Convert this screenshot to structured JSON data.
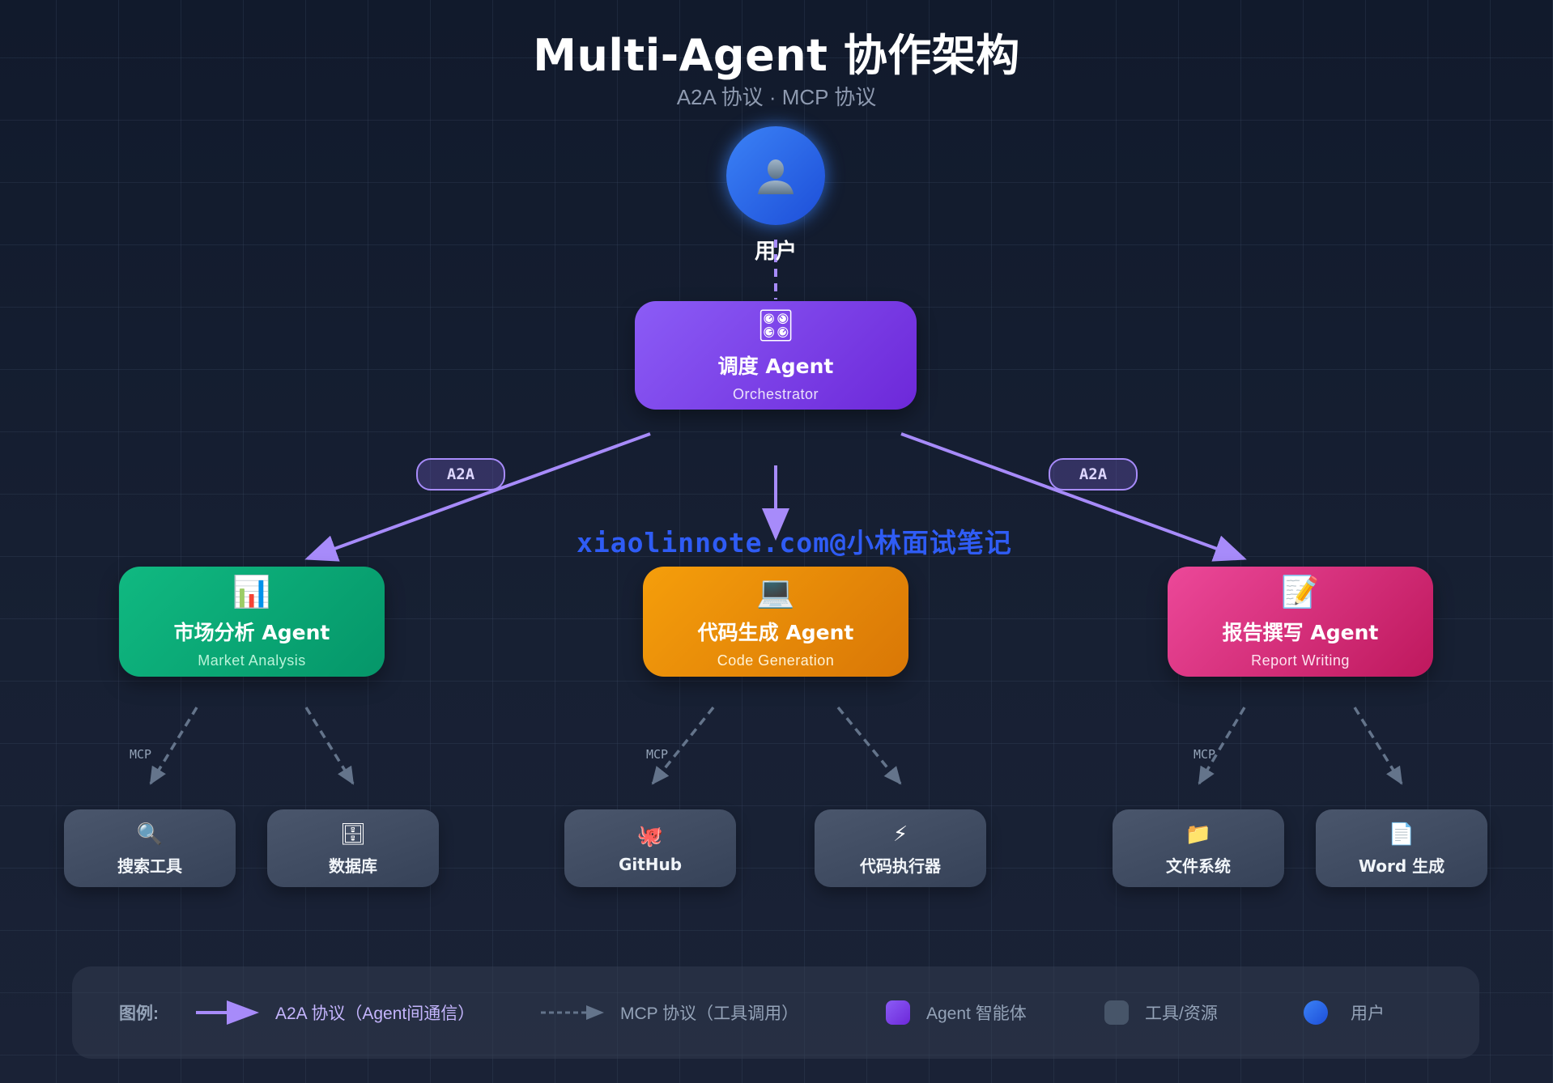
{
  "header": {
    "title": "Multi-Agent 协作架构",
    "subtitle": "A2A 协议 · MCP 协议"
  },
  "user": {
    "label": "用户",
    "icon": "person-silhouette-icon",
    "icon_glyph": "👤",
    "color": "#3b82f6"
  },
  "orchestrator": {
    "icon": "control-knobs-icon",
    "icon_glyph": "🎛",
    "name": "调度 Agent",
    "subtitle": "Orchestrator",
    "color": "#8b5cf6"
  },
  "connections": {
    "a2a_label": "A2A",
    "mcp_label": "MCP"
  },
  "agents": [
    {
      "key": "market",
      "icon": "bar-chart-icon",
      "icon_glyph": "📊",
      "name": "市场分析 Agent",
      "subtitle": "Market Analysis",
      "color": "#10b981"
    },
    {
      "key": "code",
      "icon": "laptop-icon",
      "icon_glyph": "💻",
      "name": "代码生成 Agent",
      "subtitle": "Code Generation",
      "color": "#f59e0b"
    },
    {
      "key": "report",
      "icon": "memo-icon",
      "icon_glyph": "📝",
      "name": "报告撰写 Agent",
      "subtitle": "Report Writing",
      "color": "#ec4899"
    }
  ],
  "tools": [
    {
      "icon": "magnifier-icon",
      "icon_glyph": "🔍",
      "name": "搜索工具",
      "agent": "market"
    },
    {
      "icon": "file-cabinet-icon",
      "icon_glyph": "🗄",
      "name": "数据库",
      "agent": "market"
    },
    {
      "icon": "octopus-icon",
      "icon_glyph": "🐙",
      "name": "GitHub",
      "agent": "code"
    },
    {
      "icon": "lightning-icon",
      "icon_glyph": "⚡",
      "name": "代码执行器",
      "agent": "code"
    },
    {
      "icon": "folder-icon",
      "icon_glyph": "📁",
      "name": "文件系统",
      "agent": "report"
    },
    {
      "icon": "document-icon",
      "icon_glyph": "📄",
      "name": "Word 生成",
      "agent": "report"
    }
  ],
  "watermark": "xiaolinnote.com@小林面试笔记",
  "legend": {
    "title": "图例:",
    "items": [
      {
        "label": "A2A 协议（Agent间通信）",
        "type": "solid-arrow",
        "color": "#a78bfa"
      },
      {
        "label": "MCP 协议（工具调用）",
        "type": "dashed-arrow",
        "color": "#64748b"
      },
      {
        "label": "Agent 智能体",
        "type": "swatch",
        "color": "#8b5cf6"
      },
      {
        "label": "工具/资源",
        "type": "swatch",
        "color": "#475569"
      },
      {
        "label": "用户",
        "type": "circle",
        "color": "#3b82f6"
      }
    ]
  }
}
